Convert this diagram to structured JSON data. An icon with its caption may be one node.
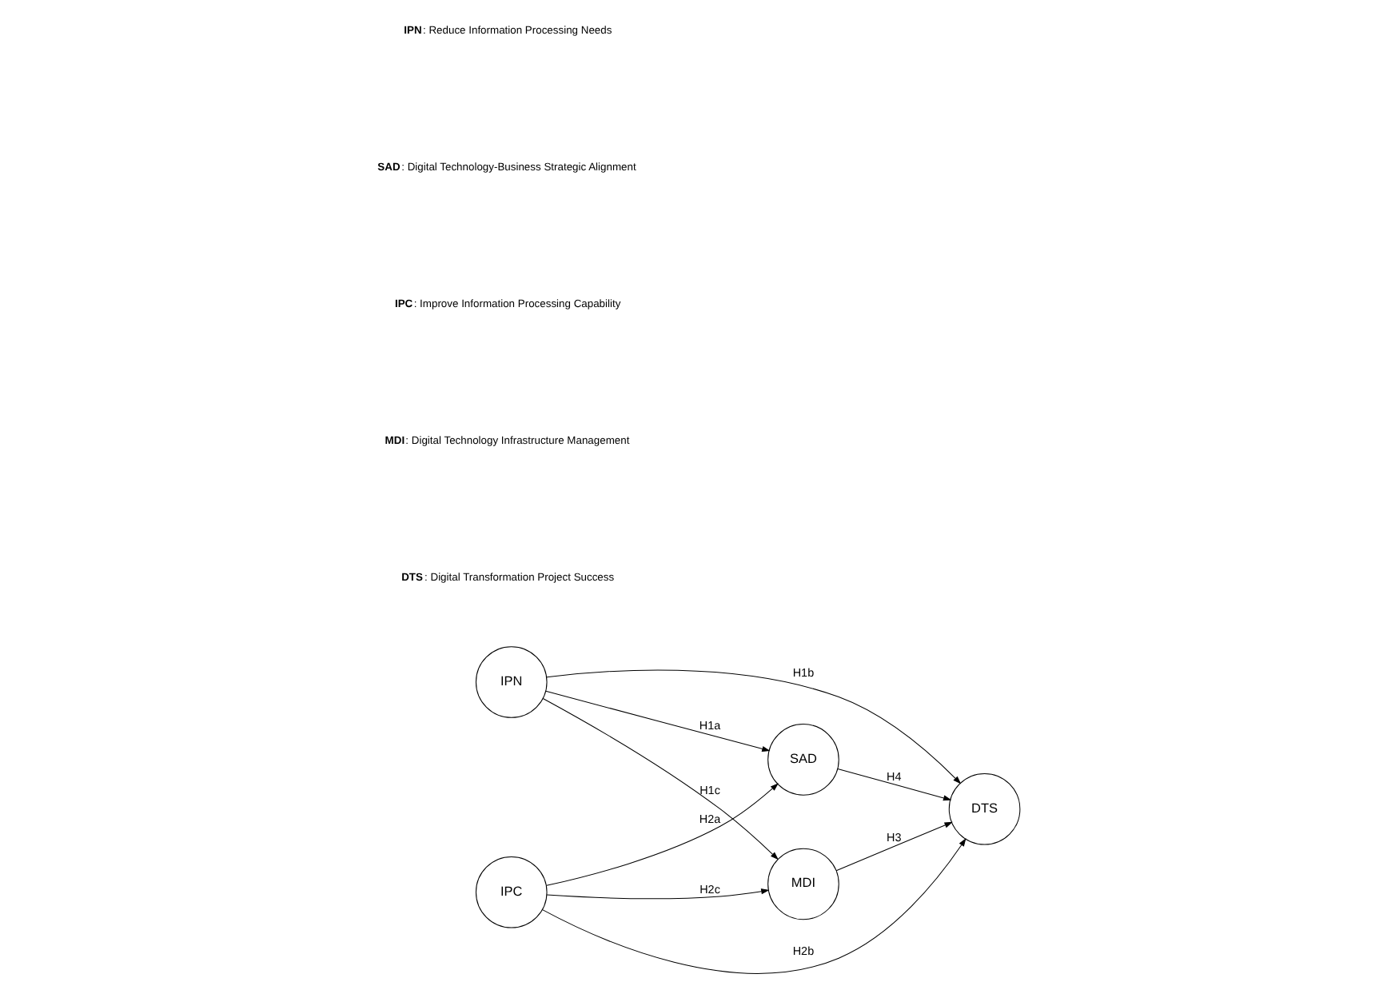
{
  "diagram": {
    "nodes": [
      {
        "text": [
          "IPN"
        ]
      },
      {
        "text": [
          "IPC"
        ]
      },
      {
        "text": [
          "SAD"
        ]
      },
      {
        "text": [
          "MDI"
        ]
      },
      {
        "text": [
          "DTS"
        ]
      }
    ],
    "edges": [
      {
        "from": 0,
        "to": 2,
        "arrow": "to",
        "label": "H1a"
      },
      {
        "from": 0,
        "to": 4,
        "arrow": "to",
        "label": "H1b"
      },
      {
        "from": 0,
        "to": 3,
        "arrow": "to",
        "label": "H1c"
      },
      {
        "from": 1,
        "to": 2,
        "arrow": "to",
        "label": "H2a"
      },
      {
        "from": 1,
        "to": 4,
        "arrow": "to",
        "label": "H2b"
      },
      {
        "from": 1,
        "to": 3,
        "arrow": "to",
        "label": "H2c"
      },
      {
        "from": 3,
        "to": 4,
        "arrow": "to",
        "label": "H3"
      },
      {
        "from": 2,
        "to": 4,
        "arrow": "to",
        "label": "H4"
      }
    ],
    "labels": [
      "**IPN**: Reduce Information Processing Needs",
      "**SAD**: Digital Technology-Business Strategic Alignment",
      "**IPC**: Improve Information Processing Capability",
      "**MDI**: Digital Technology Infrastructure Management",
      "**DTS**: Digital Transformation Project Success"
    ]
  }
}
